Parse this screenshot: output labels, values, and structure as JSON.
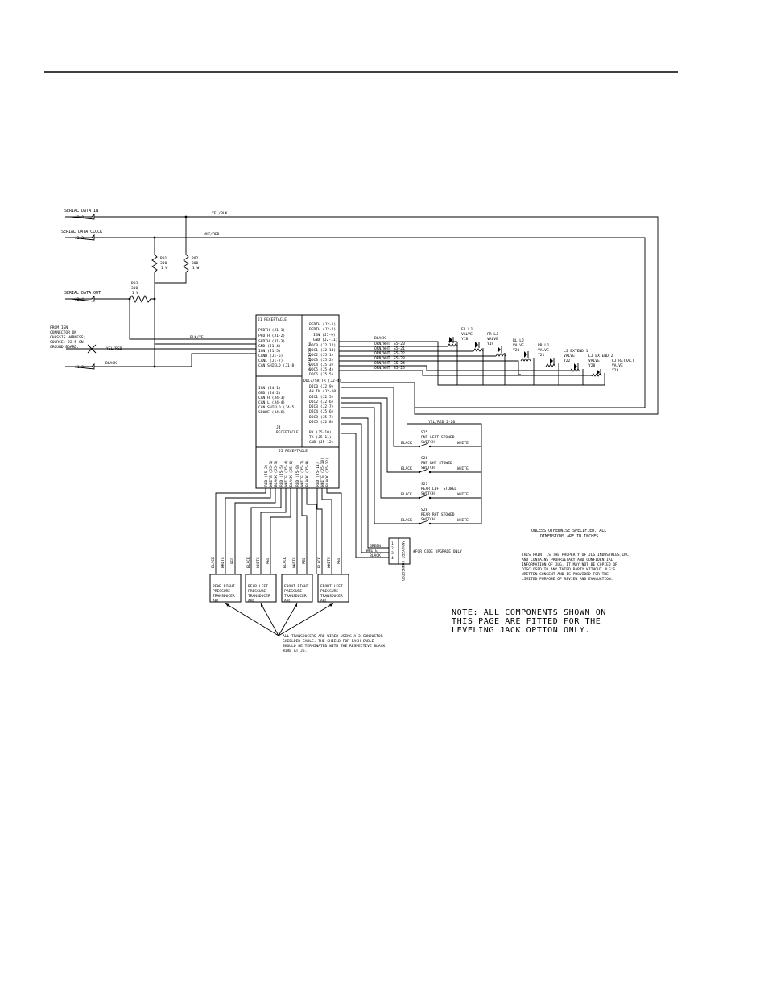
{
  "header": {
    "rule_color": "#000000"
  },
  "serial_inputs": [
    {
      "label": "SERIAL DATA IN",
      "pin": "J2-9",
      "wire": "YEL/BLK"
    },
    {
      "label": "SERIAL DATA CLOCK",
      "pin": "J2-3",
      "wire": "WHT/RED"
    },
    {
      "label": "SERIAL DATA OUT",
      "pin": "J2-4",
      "wire": ""
    }
  ],
  "ign_source": {
    "lines": [
      "FROM IGN",
      "CONNECTOR ON",
      "CHASSIS HARNESS;",
      "SOURCE: J2-5 ON",
      "GROUND BOARD."
    ],
    "pin": "J1-2",
    "wire_ground": "BLACK",
    "wire_cut": "YEL/RED",
    "wire_blk_yel": "BLK/YEL"
  },
  "resistors": [
    {
      "ref": "R01",
      "value": "300",
      "rating": "1 W"
    },
    {
      "ref": "R02",
      "value": "300",
      "rating": "1 W"
    },
    {
      "ref": "R03",
      "value": "300",
      "rating": "1 W"
    }
  ],
  "j1": {
    "title": "J1 RECEPTACLE",
    "pins": [
      "PFDTH (J1-1)",
      "PFDTH (J1-2)",
      "SFDTH (J1-3)",
      "GND (J1-4)",
      "IGN (J1-5)",
      "CANH (J1-6)",
      "CANL (J1-7)",
      "CAN SHIELD (J1-8)"
    ]
  },
  "j4": {
    "title": "J4",
    "subtitle": "RECEPTACLE",
    "pins": [
      "IGN (J4-1)",
      "GND (J4-2)",
      "CAN H (J4-3)",
      "CAN L (J4-4)",
      "CAN SHIELD (J4-5)",
      "SPARE (J4-6)"
    ]
  },
  "j2": {
    "title": "J2 RECEPTACLE",
    "pins": [
      "PFDTH (J2-1)",
      "PFDTH (J2-2)",
      "IGN (J5-9)",
      "GND (J2-11)",
      "DOC0 (J2-12)",
      "DOC1 (J2-13)",
      "DOC2 (J5-1)",
      "DOC3 (J5-2)",
      "DOC4 (J5-3)",
      "DOC5 (J5-4)",
      "DOC6 (J5-5)",
      "DOC7/SHTTR (J2-4)",
      "DIC0 (J2-9)",
      "AN IN (J2-10)",
      "DIC1 (J2-5)",
      "DIC2 (J2-6)",
      "DIC3 (J2-7)",
      "DIC4 (J5-6)",
      "DOC8 (J5-7)",
      "DIC5 (J2-8)",
      "RX (J5-10)",
      "TX (J5-11)",
      "GND (J5-12)"
    ]
  },
  "valve_wires": [
    {
      "color": "BLACK",
      "pin": ""
    },
    {
      "color": "ORN/WHT",
      "pin": "S5-20"
    },
    {
      "color": "ORN/WHT",
      "pin": "S5-21"
    },
    {
      "color": "ORN/WHT",
      "pin": "S5-22"
    },
    {
      "color": "ORN/WHT",
      "pin": "S5-23"
    },
    {
      "color": "ORN/WHT",
      "pin": "S5-24"
    },
    {
      "color": "ORN/WHT",
      "pin": "S5-25"
    }
  ],
  "valves": [
    {
      "name": "FL LJ",
      "type": "VALVE",
      "ref": "Y18"
    },
    {
      "name": "FR LJ",
      "type": "VALVE",
      "ref": "Y19"
    },
    {
      "name": "RL LJ",
      "type": "VALVE",
      "ref": "Y20"
    },
    {
      "name": "RR LJ",
      "type": "VALVE",
      "ref": "Y21"
    },
    {
      "name": "LJ EXTEND 1",
      "type": "VALVE",
      "ref": "Y22"
    },
    {
      "name": "LJ EXTEND 2",
      "type": "VALVE",
      "ref": "Y28"
    },
    {
      "name": "LJ RETRACT",
      "type": "VALVE",
      "ref": "Y23"
    }
  ],
  "switch_feed": "YEL/RED 2-20",
  "switches": [
    {
      "ref": "S25",
      "name": "FNT LEFT STOWED",
      "label": "SWITCH",
      "left_wire": "BLACK",
      "right_wire": "WHITE"
    },
    {
      "ref": "S26",
      "name": "FNT RHT STOWED",
      "label": "SWITCH",
      "left_wire": "BLACK",
      "right_wire": "WHITE"
    },
    {
      "ref": "S27",
      "name": "REAR LEFT STOWED",
      "label": "SWITCH",
      "left_wire": "BLACK",
      "right_wire": "WHITE"
    },
    {
      "ref": "S28",
      "name": "REAR RHT STOWED",
      "label": "SWITCH",
      "left_wire": "BLACK",
      "right_wire": "WHITE"
    }
  ],
  "j5": {
    "title": "J5 RECEPTACLE",
    "pins": [
      "RED (J5-2)",
      "WHITE (J5-1)",
      "BLACK (J5-3)",
      "RED (J5-5)",
      "WHITE (J5-4)",
      "BLACK (J5-6)",
      "RED (J5-8)",
      "WHITE (J5-7)",
      "BLACK (J5-9)",
      "RED (J5-11)",
      "WHITE (J5-10)",
      "BLACK (J5-12)"
    ]
  },
  "transducers": [
    {
      "lines": [
        "REAR RIGHT",
        "PRESSURE",
        "TRANSDUCER",
        "ABC"
      ],
      "wires": [
        "BLACK",
        "WHITE",
        "RED"
      ]
    },
    {
      "lines": [
        "REAR LEFT",
        "PRESSURE",
        "TRANSDUCER",
        "ABC"
      ],
      "wires": [
        "BLACK",
        "WHITE",
        "RED"
      ]
    },
    {
      "lines": [
        "FRONT RIGHT",
        "PRESSURE",
        "TRANSDUCER",
        "ABC"
      ],
      "wires": [
        "BLACK",
        "WHITE",
        "RED"
      ]
    },
    {
      "lines": [
        "FRONT LEFT",
        "PRESSURE",
        "TRANSDUCER",
        "ABC"
      ],
      "wires": [
        "BLACK",
        "WHITE",
        "RED"
      ]
    }
  ],
  "analyzer": {
    "label": "ANALYZER CONNECTOR",
    "pins": [
      "1",
      "2",
      "3",
      "4"
    ],
    "wires": [
      "GREEN",
      "WHITE",
      "BLACK"
    ],
    "note": "#FOR CODE UPGRADE ONLY"
  },
  "transducer_note": [
    "ALL TRANSDUCERS ARE WIRED USING A 3 CONDUCTOR",
    "SHIELDED CABLE.  THE SHIELD FOR EACH CABLE",
    "SHOULD BE TERMINATED WITH THE RESPECTIVE BLACK",
    "WIRE AT J5."
  ],
  "spec_note": [
    "UNLESS OTHERWISE SPECIFIED. ALL",
    "DIMENSIONS ARE IN INCHES"
  ],
  "property_note": [
    "THIS PRINT IS THE PROPERTY OF JLG INDUSTRIES,INC.",
    "AND CONTAINS PROPRIETARY AND CONFIDENTIAL",
    "INFORMATION OF JLG.  IT MAY NOT BE COPIED OR",
    "DISCLOSED TO ANY THIRD PARTY WITHOUT JLG'S",
    "WRITTEN CONSENT AND IS PROVIDED FOR THE",
    "LIMITED PURPOSE OF REVIEW AND EVALUATION."
  ],
  "main_note": [
    "NOTE: ALL COMPONENTS SHOWN ON",
    "THIS PAGE ARE FITTED FOR THE",
    "LEVELING JACK OPTION ONLY."
  ]
}
